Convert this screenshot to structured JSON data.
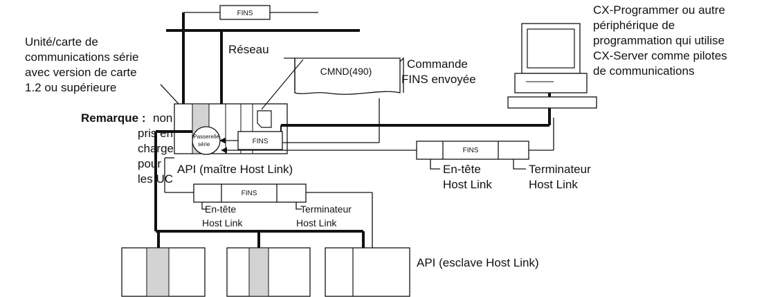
{
  "labels": {
    "fins": "FINS",
    "reseau": "Réseau",
    "unit_l1": "Unité/carte de",
    "unit_l2": "communications série",
    "unit_l3": "avec version de carte",
    "unit_l4": "1.2 ou supérieure",
    "remarque_key": "Remarque :",
    "remarque_l1": "non",
    "remarque_l2": "pris en",
    "remarque_l3": "charge",
    "remarque_l4": "pour",
    "remarque_l5": "les UC",
    "cmnd": "CMND(490)",
    "commande_l1": "Commande",
    "commande_l2": "FINS envoyée",
    "cx_l1": "CX-Programmer ou autre",
    "cx_l2": "périphérique de",
    "cx_l3": "programmation qui utilise",
    "cx_l4": "CX-Server comme pilotes",
    "cx_l5": "de communications",
    "passerelle_l1": "Passerelle",
    "passerelle_l2": "série",
    "api_master": "API (maître Host Link)",
    "entete": "En-tête",
    "host_link": "Host Link",
    "terminateur": "Terminateur",
    "api_slave": "API (esclave Host Link)"
  },
  "colors": {
    "line": "#111111",
    "module_fill": "#d3d3d3",
    "background": "#ffffff"
  }
}
